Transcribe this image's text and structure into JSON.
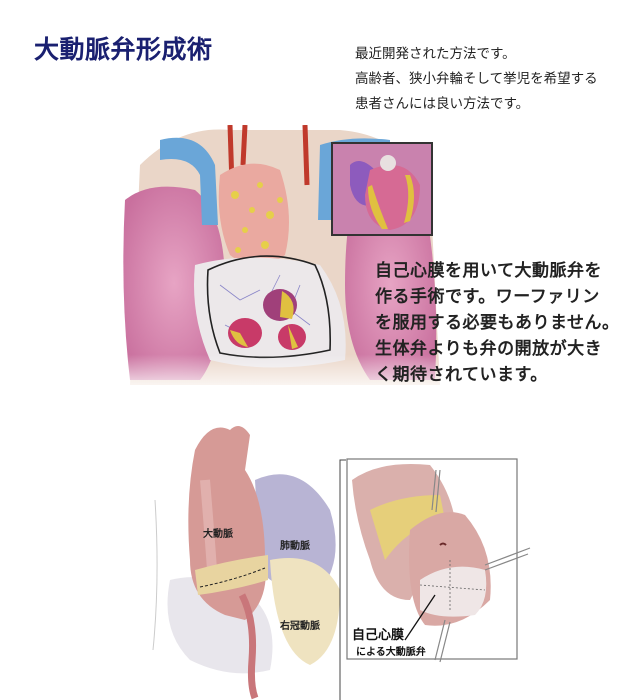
{
  "title": "大動脈弁形成術",
  "intro": {
    "lines": [
      "最近開発された方法です。",
      "高齢者、狭小弁輪そして挙児を希望する",
      "患者さんには良い方法です。"
    ]
  },
  "description": {
    "lines": [
      "自己心膜を用いて大動脈弁を",
      "作る手術です。ワーファリン",
      "を服用する必要もありません。",
      "生体弁よりも弁の開放が大き",
      "く期待されています。"
    ]
  },
  "figures": {
    "chest": {
      "description": "chest-anatomy-illustration-pericardium-outlined",
      "inset": "heart-inset"
    },
    "aorta": {
      "labels": {
        "aorta": "大動脈",
        "pulmonary_artery": "肺動脈",
        "right_coronary_artery": "右冠動脈"
      }
    },
    "valve": {
      "callout_main": "自己心膜",
      "callout_sub": "による大動脈弁"
    }
  },
  "colors": {
    "title": "#1a2070",
    "lung": "#d98ab0",
    "vessel_blue": "#6aa6d8",
    "aorta_pink": "#d69a96",
    "fat_yellow": "#e8c860"
  }
}
